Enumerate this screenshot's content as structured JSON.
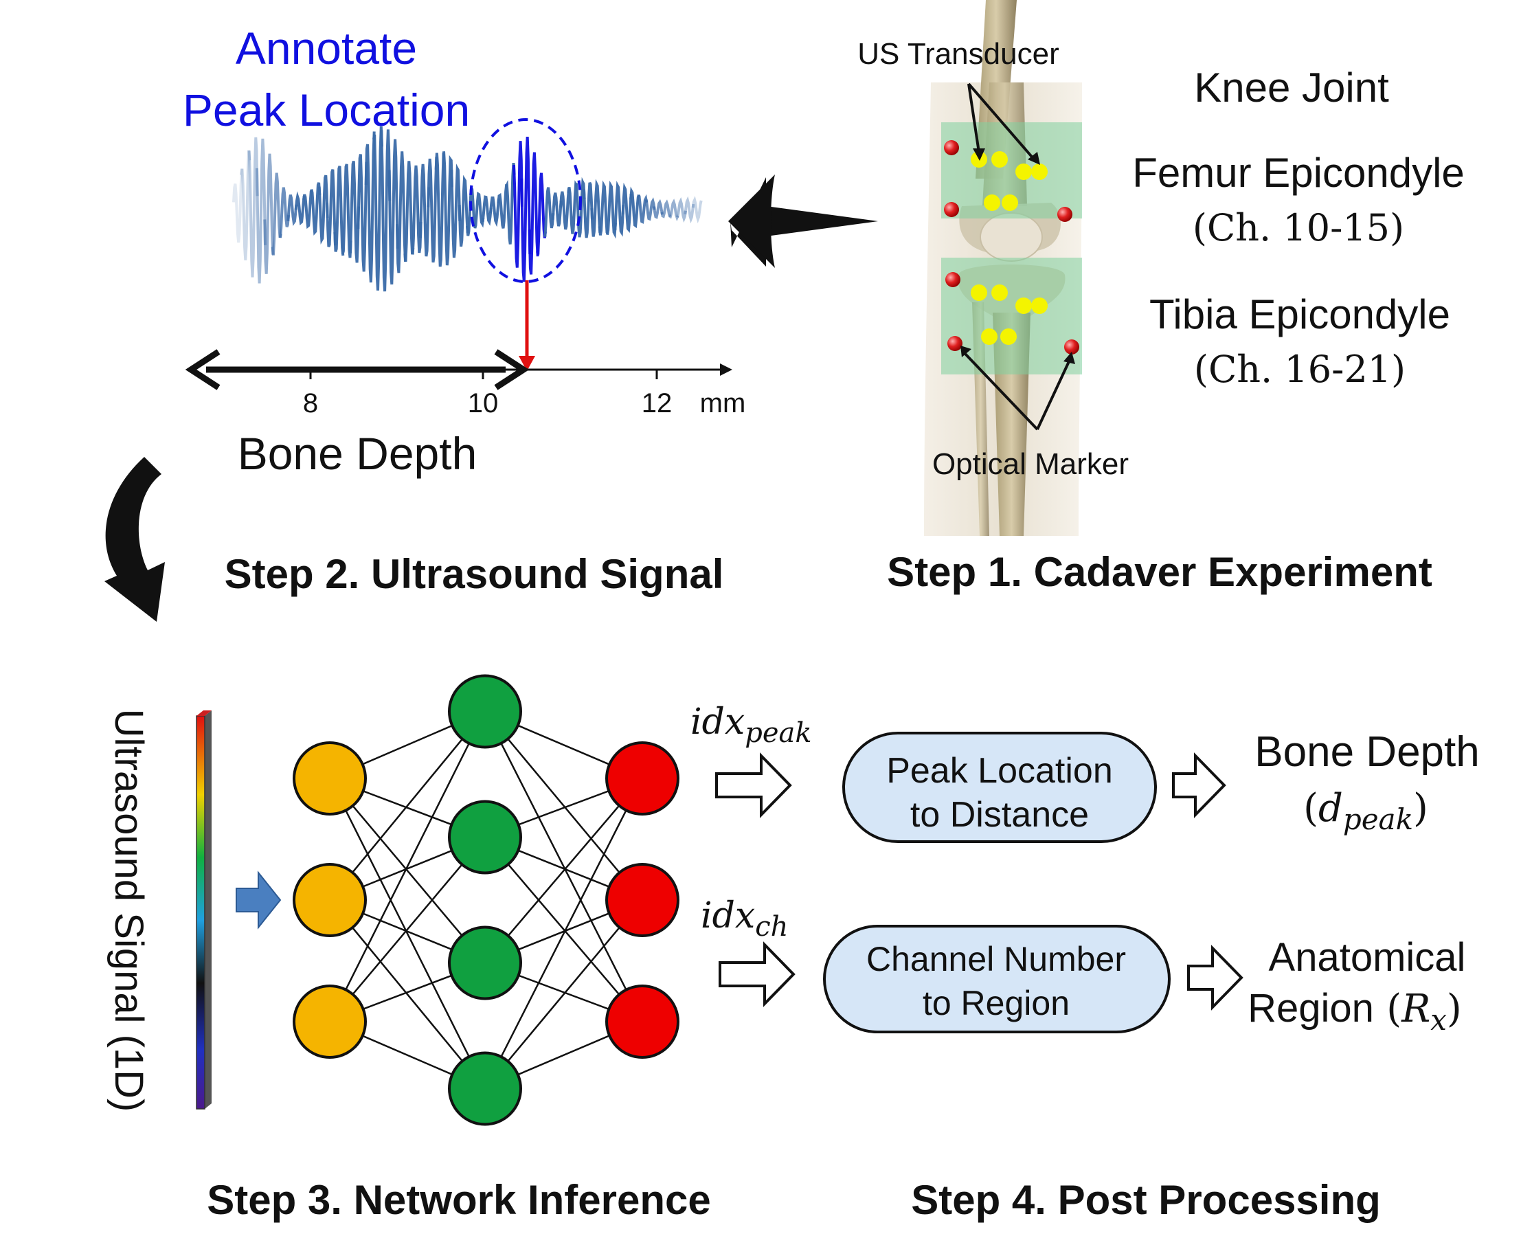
{
  "step2": {
    "annotate_line1": "Annotate",
    "annotate_line2": "Peak Location",
    "axis_ticks": [
      "8",
      "10",
      "12"
    ],
    "axis_unit": "mm",
    "axis_label": "Bone Depth",
    "caption": "Step 2. Ultrasound Signal"
  },
  "step1": {
    "transducer_label": "US Transducer",
    "marker_label": "Optical Marker",
    "knee_joint": "Knee Joint",
    "femur": "Femur Epicondyle",
    "femur_channels": "(Ch. 10-15)",
    "tibia": "Tibia Epicondyle",
    "tibia_channels": "(Ch. 16-21)",
    "caption": "Step 1. Cadaver Experiment"
  },
  "step3": {
    "input_label": "Ultrasound Signal (1D)",
    "layers": {
      "input": 3,
      "hidden": 4,
      "output": 3
    },
    "caption": "Step 3. Network Inference"
  },
  "step4": {
    "idx_peak": "idx",
    "idx_peak_sub": "peak",
    "idx_ch": "idx",
    "idx_ch_sub": "ch",
    "box1_line1": "Peak Location",
    "box1_line2": "to Distance",
    "box2_line1": "Channel Number",
    "box2_line2": "to Region",
    "out1_line1": "Bone Depth",
    "out1_sym": "d",
    "out1_sub": "peak",
    "out2_line1": "Anatomical",
    "out2_line2": "Region",
    "out2_sym": "R",
    "out2_sub": "x",
    "caption": "Step 4. Post Processing"
  },
  "colors": {
    "annotate_blue": "#1010e0",
    "signal_blue": "#3a6aa8",
    "red_arrow": "#e01010",
    "input_node": "#f5b400",
    "hidden_node": "#10a040",
    "output_node": "#ee0000",
    "box_fill": "#d6e6f7",
    "transducer_green": "#7fcf9f",
    "marker_yellow": "#f4f400",
    "marker_red": "#e02020"
  }
}
